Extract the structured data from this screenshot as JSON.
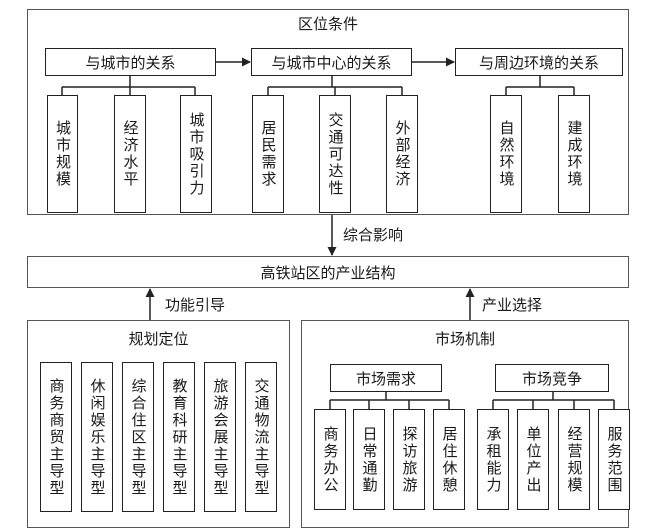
{
  "top_panel": {
    "title": "区位条件",
    "relations": [
      {
        "label": "与城市的关系",
        "factors": [
          "城市规模",
          "经济水平",
          "城市吸引力"
        ]
      },
      {
        "label": "与城市中心的关系",
        "factors": [
          "居民需求",
          "交通可达性",
          "外部经济"
        ]
      },
      {
        "label": "与周边环境的关系",
        "factors": [
          "自然环境",
          "建成环境"
        ]
      }
    ]
  },
  "influence_label": "综合影响",
  "center": {
    "title": "高铁站区的产业结构"
  },
  "left_arrow_label": "功能引导",
  "right_arrow_label": "产业选择",
  "left_panel": {
    "title": "规划定位",
    "items": [
      "商务商贸主导型",
      "休闲娱乐主导型",
      "综合住区主导型",
      "教育科研主导型",
      "旅游会展主导型",
      "交通物流主导型"
    ]
  },
  "right_panel": {
    "title": "市场机制",
    "groups": [
      {
        "label": "市场需求",
        "items": [
          "商务办公",
          "日常通勤",
          "探访旅游",
          "居住休憩"
        ]
      },
      {
        "label": "市场竞争",
        "items": [
          "承租能力",
          "单位产出",
          "经营规模",
          "服务范围"
        ]
      }
    ]
  }
}
